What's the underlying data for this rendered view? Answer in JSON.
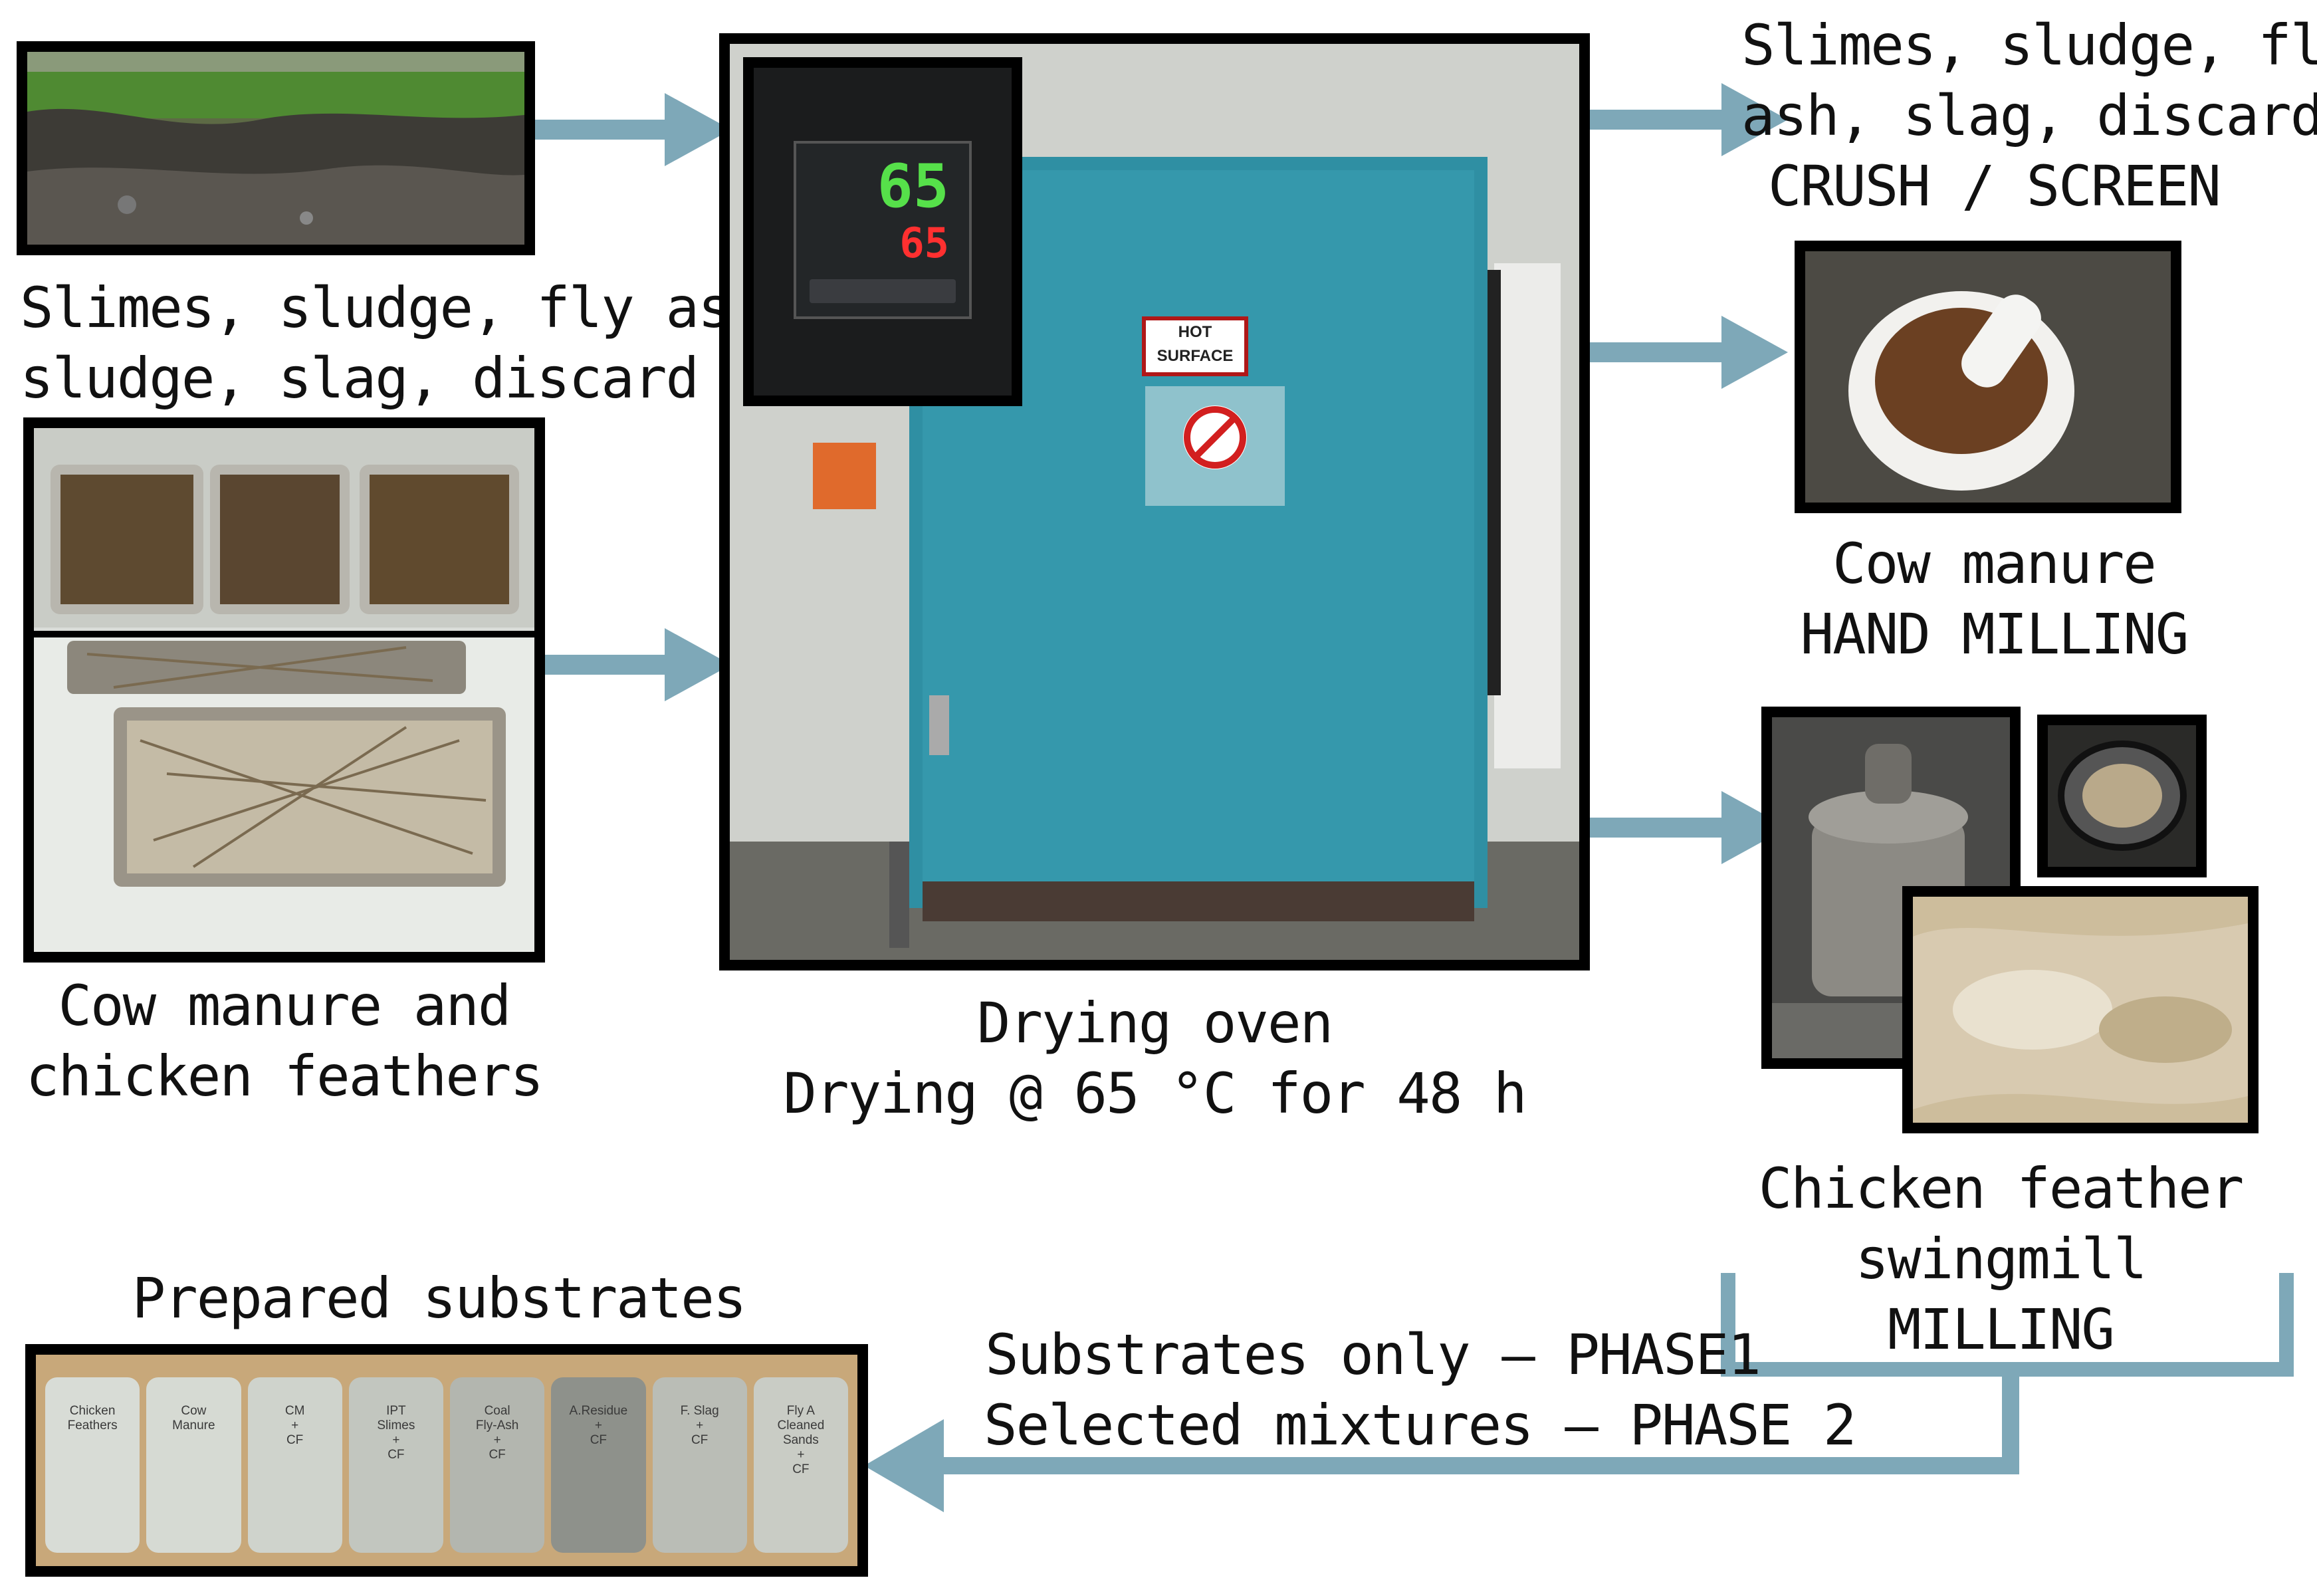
{
  "colors": {
    "arrow": "#7ea8b8",
    "frame": "#000000",
    "oven": "#2f8fa3"
  },
  "labels": {
    "waste_input": [
      "Slimes, sludge, fly ash,",
      "sludge, slag, discard"
    ],
    "manure_feathers": [
      "Cow manure and",
      "chicken feathers"
    ],
    "oven": [
      "Drying oven",
      "Drying @ 65 °C for 48 h"
    ],
    "crush_screen": [
      "Slimes, sludge, fly",
      "ash, slag, discard",
      "CRUSH / SCREEN"
    ],
    "hand_milling": [
      "Cow manure",
      "HAND MILLING"
    ],
    "swingmill": [
      "Chicken feather",
      "swingmill",
      "MILLING"
    ],
    "prepared": "Prepared substrates",
    "phases": [
      "Substrates only – PHASE1",
      "Selected mixtures – PHASE 2"
    ]
  },
  "oven_panel": {
    "display_top": "65",
    "display_bottom": "65"
  },
  "oven_sign": [
    "HOT",
    "SURFACE"
  ],
  "jars": [
    [
      "Chicken",
      "Feathers"
    ],
    [
      "Cow",
      "Manure"
    ],
    [
      "CM",
      "+",
      "CF"
    ],
    [
      "IPT",
      "Slimes",
      "+",
      "CF"
    ],
    [
      "Coal",
      "Fly-Ash",
      "+",
      "CF"
    ],
    [
      "A.Residue",
      "+",
      "CF"
    ],
    [
      "F. Slag",
      "+",
      "CF"
    ],
    [
      "Fly A",
      "Cleaned",
      "Sands",
      "+",
      "CF"
    ]
  ]
}
